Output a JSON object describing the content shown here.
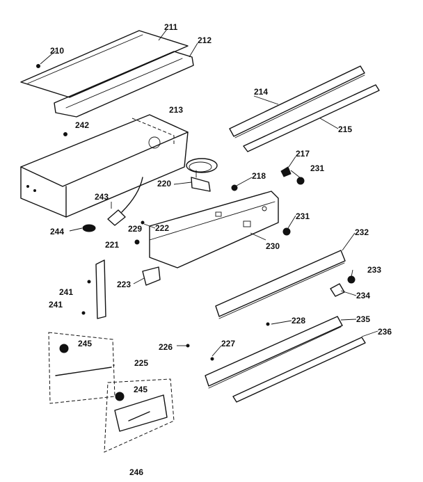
{
  "parts": {
    "p210": "210",
    "p211": "211",
    "p212": "212",
    "p213": "213",
    "p214": "214",
    "p215": "215",
    "p217": "217",
    "p218": "218",
    "p220": "220",
    "p221": "221",
    "p222": "222",
    "p223": "223",
    "p226": "226",
    "p227": "227",
    "p228": "228",
    "p229": "229",
    "p230": "230",
    "p231a": "231",
    "p231b": "231",
    "p232": "232",
    "p233": "233",
    "p234": "234",
    "p235": "235",
    "p236": "236",
    "p241a": "241",
    "p241b": "241",
    "p242": "242",
    "p243": "243",
    "p244": "244",
    "p225": "225",
    "p245a": "245",
    "p245b": "245",
    "p246": "246"
  }
}
